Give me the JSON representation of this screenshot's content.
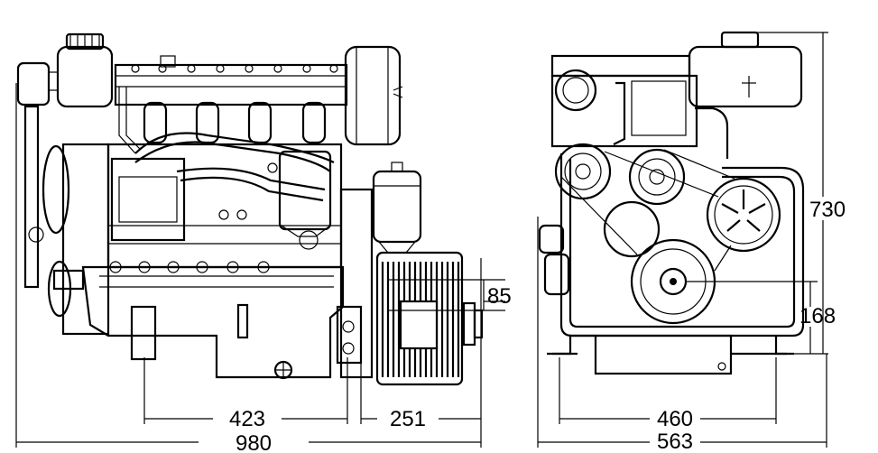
{
  "dimensions": {
    "overall_length": "980",
    "mount_spacing_side": "423",
    "flywheel_housing": "251",
    "shaft_offset": "85",
    "overall_height": "730",
    "shaft_height": "168",
    "mount_spacing_front": "460",
    "overall_width": "563"
  }
}
